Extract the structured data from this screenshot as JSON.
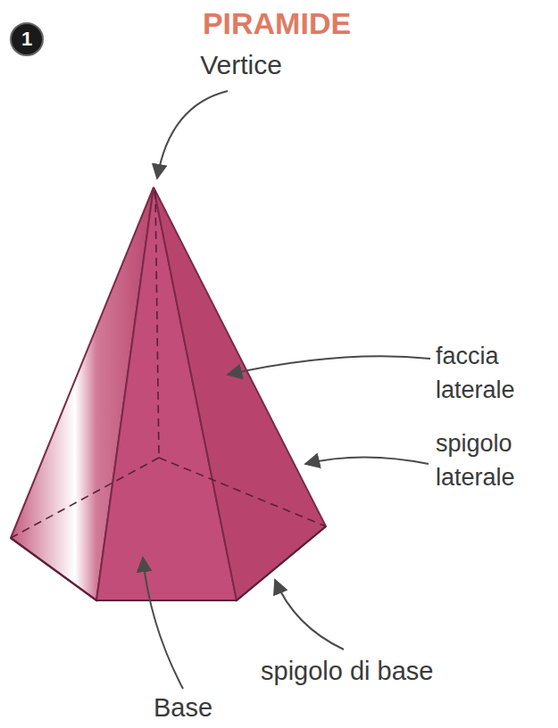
{
  "diagram": {
    "title": "PIRAMIDE",
    "labels": [
      "1",
      "Vertice",
      "faccia laterale",
      "spigolo laterale",
      "spigolo di base",
      "Base"
    ]
  }
}
